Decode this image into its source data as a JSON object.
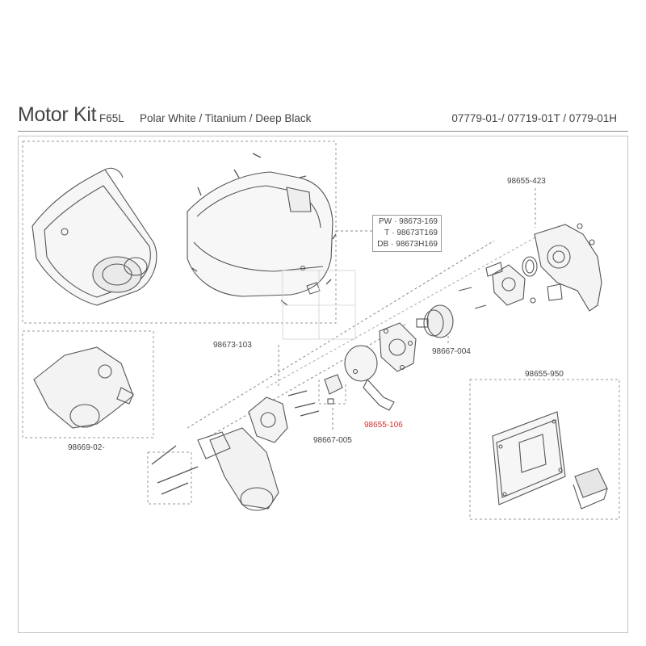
{
  "header": {
    "title": "Motor Kit",
    "model": "F65L",
    "variants": "Polar White / Titanium / Deep Black",
    "part_numbers": "07779-01-/ 07719-01T / 0779-01H"
  },
  "color_variants": [
    {
      "code": "PW",
      "part": "98673-169"
    },
    {
      "code": "T",
      "part": "98673T169"
    },
    {
      "code": "DB",
      "part": "98673H169"
    }
  ],
  "parts": {
    "p423": "98655-423",
    "p103": "98673-103",
    "p004": "98667-004",
    "p950": "98655-950",
    "p02": "98669-02-",
    "p005": "98667-005",
    "p106": "98655-106"
  },
  "highlight_color": "#d23030"
}
